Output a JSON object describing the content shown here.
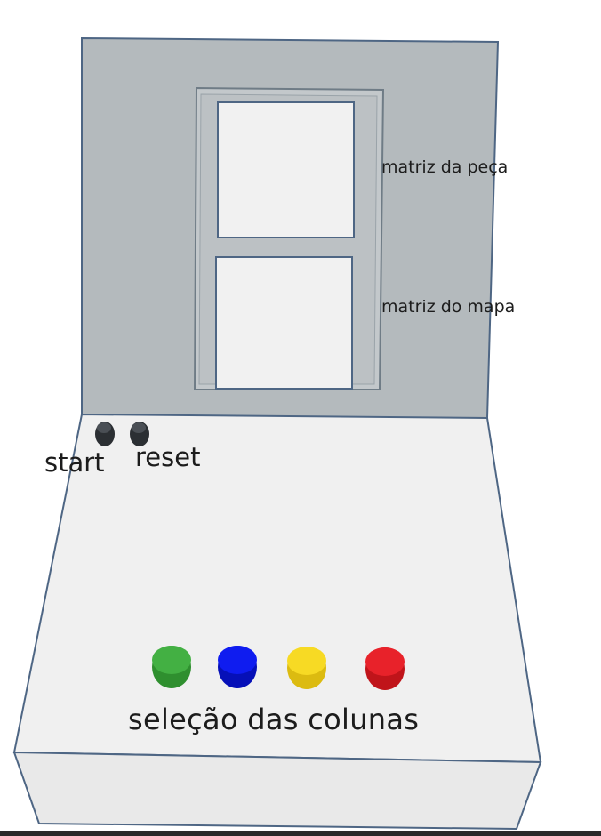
{
  "labels": {
    "piece_matrix": "matriz da peça",
    "map_matrix": "matriz do mapa",
    "start": "start",
    "reset": "reset",
    "column_selection": "seleção das colunas"
  },
  "colors": {
    "back_panel": "#b4babd",
    "base_top": "#f0f0f0",
    "base_front": "#e8e8e8",
    "outline": "#4e6684",
    "matrix_fill": "#f1f1f1",
    "control_button": "#2b2f33",
    "column_buttons": [
      "#3aa33a",
      "#0a14e8",
      "#f4d51a",
      "#e11b22"
    ]
  },
  "column_buttons": [
    "green",
    "blue",
    "yellow",
    "red"
  ]
}
